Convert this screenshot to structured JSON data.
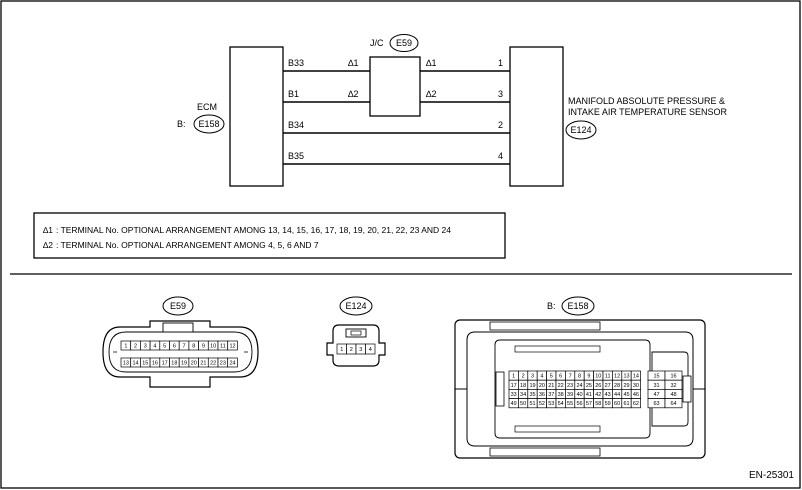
{
  "jc": {
    "label": "J/C",
    "code": "E59"
  },
  "ecm": {
    "name": "ECM",
    "prefix": "B:",
    "code": "E158"
  },
  "sensor": {
    "line1": "MANIFOLD ABSOLUTE PRESSURE &",
    "line2": "INTAKE AIR TEMPERATURE SENSOR",
    "code": "E124"
  },
  "wires": [
    {
      "ecm_pin": "B33",
      "jc_left": "∆1",
      "jc_right": "∆1",
      "sensor_pin": "1"
    },
    {
      "ecm_pin": "B1",
      "jc_left": "∆2",
      "jc_right": "∆2",
      "sensor_pin": "3"
    },
    {
      "ecm_pin": "B34",
      "sensor_pin": "2"
    },
    {
      "ecm_pin": "B35",
      "sensor_pin": "4"
    }
  ],
  "notes": [
    {
      "mark": "∆1",
      "text": ": TERMINAL No. OPTIONAL ARRANGEMENT AMONG 13, 14, 15, 16, 17, 18, 19, 20, 21, 22, 23 AND 24"
    },
    {
      "mark": "∆2",
      "text": ": TERMINAL No. OPTIONAL ARRANGEMENT AMONG 4, 5, 6 AND 7"
    }
  ],
  "connectors": {
    "e59": {
      "code": "E59",
      "row1": [
        "1",
        "2",
        "3",
        "4",
        "5",
        "6",
        "7",
        "8",
        "9",
        "10",
        "11",
        "12"
      ],
      "row2": [
        "13",
        "14",
        "15",
        "16",
        "17",
        "18",
        "19",
        "20",
        "21",
        "22",
        "23",
        "24"
      ]
    },
    "e124": {
      "code": "E124",
      "pins": [
        "1",
        "2",
        "3",
        "4"
      ]
    },
    "e158": {
      "prefix": "B:",
      "code": "E158",
      "rows": [
        [
          "1",
          "2",
          "3",
          "4",
          "5",
          "6",
          "7",
          "8",
          "9",
          "10",
          "11",
          "12",
          "13",
          "14"
        ],
        [
          "17",
          "18",
          "19",
          "20",
          "21",
          "22",
          "23",
          "24",
          "25",
          "26",
          "27",
          "28",
          "29",
          "30"
        ],
        [
          "33",
          "34",
          "35",
          "36",
          "37",
          "38",
          "39",
          "40",
          "41",
          "42",
          "43",
          "44",
          "45",
          "46"
        ],
        [
          "49",
          "50",
          "51",
          "52",
          "53",
          "54",
          "55",
          "56",
          "57",
          "58",
          "59",
          "60",
          "61",
          "62"
        ]
      ],
      "side_rows": [
        [
          "15",
          "16"
        ],
        [
          "31",
          "32"
        ],
        [
          "47",
          "48"
        ],
        [
          "63",
          "64"
        ]
      ]
    }
  },
  "figure_id": "EN-25301"
}
